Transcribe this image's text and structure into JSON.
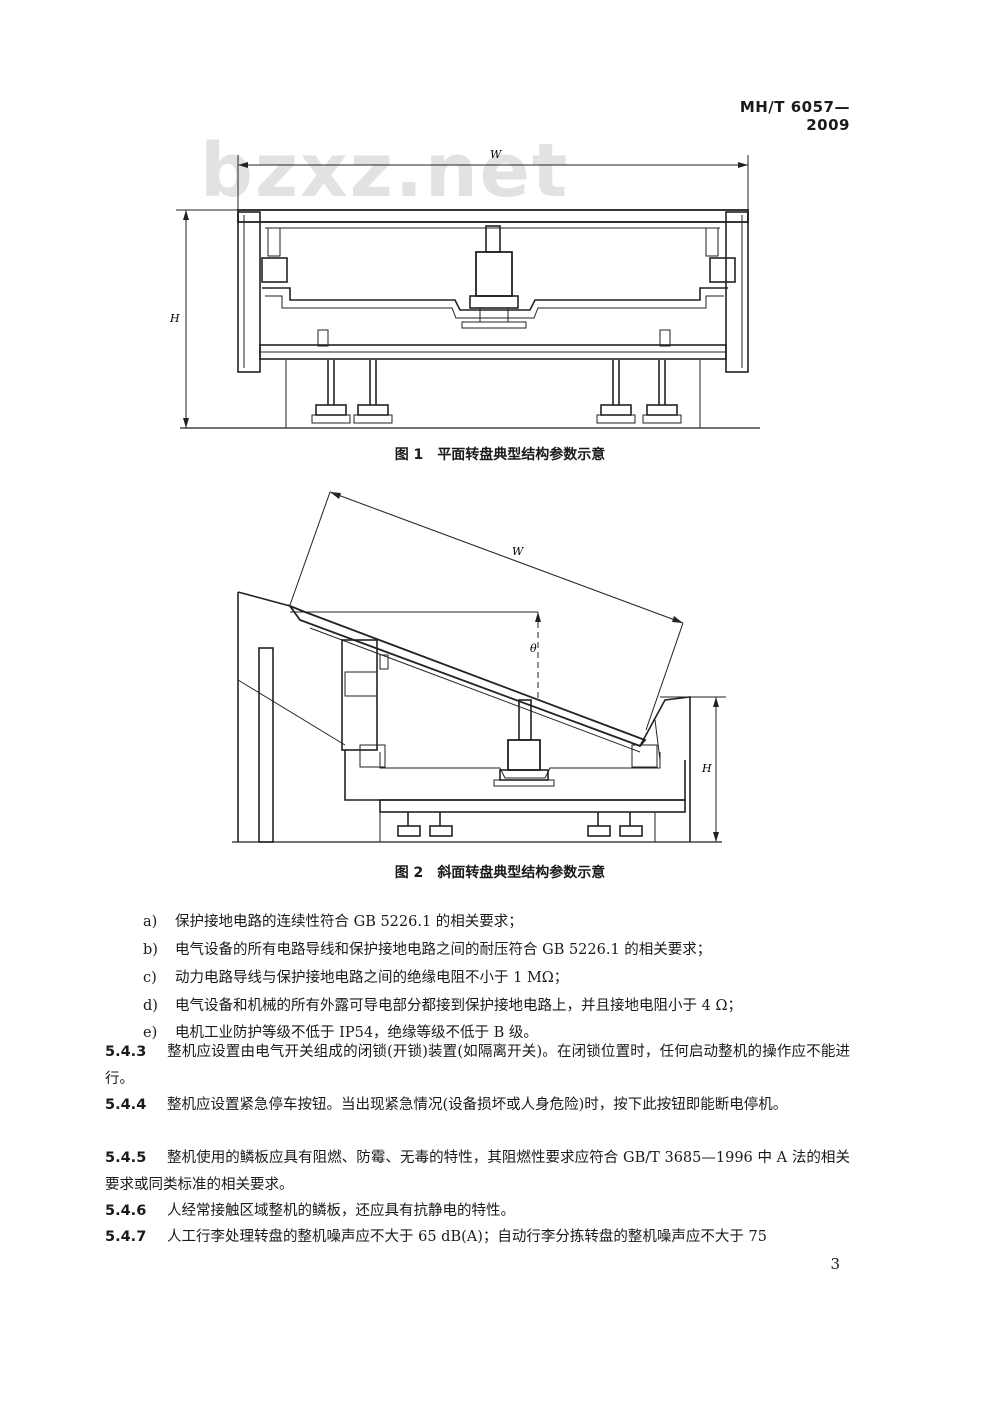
{
  "header": {
    "standard_code": "MH/T 6057—2009"
  },
  "watermark": "bzxz.net",
  "figure1": {
    "number": "图 1",
    "caption": "平面转盘典型结构参数示意",
    "dim_width": "W",
    "dim_height": "H"
  },
  "figure2": {
    "number": "图 2",
    "caption": "斜面转盘典型结构参数示意",
    "dim_width": "W",
    "dim_angle": "θ",
    "dim_height": "H"
  },
  "list": [
    {
      "mark": "a)",
      "text": "保护接地电路的连续性符合 GB 5226.1 的相关要求；"
    },
    {
      "mark": "b)",
      "text": "电气设备的所有电路导线和保护接地电路之间的耐压符合 GB 5226.1 的相关要求；"
    },
    {
      "mark": "c)",
      "text": "动力电路导线与保护接地电路之间的绝缘电阻不小于 1 MΩ；"
    },
    {
      "mark": "d)",
      "text": "电气设备和机械的所有外露可导电部分都接到保护接地电路上，并且接地电阻小于 4 Ω；"
    },
    {
      "mark": "e)",
      "text": "电机工业防护等级不低于 IP54，绝缘等级不低于 B 级。"
    }
  ],
  "clauses": [
    {
      "num": "5.4.3",
      "text": "整机应设置由电气开关组成的闭锁(开锁)装置(如隔离开关)。在闭锁位置时，任何启动整机的操作应不能进行。"
    },
    {
      "num": "5.4.4",
      "text": "整机应设置紧急停车按钮。当出现紧急情况(设备损坏或人身危险)时，按下此按钮即能断电停机。"
    },
    {
      "num": "5.4.5",
      "text": "整机使用的鳞板应具有阻燃、防霉、无毒的特性，其阻燃性要求应符合 GB/T 3685—1996 中 A 法的相关要求或同类标准的相关要求。"
    },
    {
      "num": "5.4.6",
      "text": "人经常接触区域整机的鳞板，还应具有抗静电的特性。"
    },
    {
      "num": "5.4.7",
      "text": "人工行李处理转盘的整机噪声应不大于 65 dB(A)；自动行李分拣转盘的整机噪声应不大于 75"
    }
  ],
  "page_number": "3"
}
